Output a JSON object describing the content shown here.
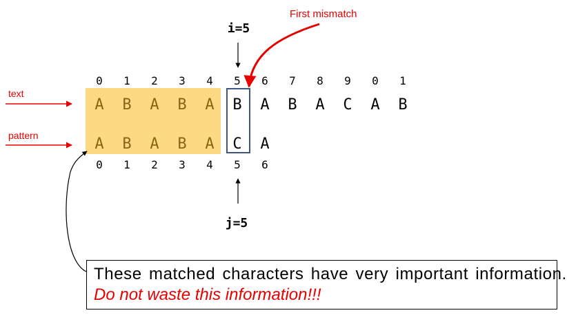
{
  "labels": {
    "text": "text",
    "pattern": "pattern",
    "first_mismatch": "First  mismatch",
    "i_label": "i=5",
    "j_label": "j=5"
  },
  "text_indices": [
    "0",
    "1",
    "2",
    "3",
    "4",
    "5",
    "6",
    "7",
    "8",
    "9",
    "0",
    "1"
  ],
  "text_chars": [
    "A",
    "B",
    "A",
    "B",
    "A",
    "B",
    "A",
    "B",
    "A",
    "C",
    "A",
    "B"
  ],
  "pattern_chars": [
    "A",
    "B",
    "A",
    "B",
    "A",
    "C",
    "A"
  ],
  "pattern_indices": [
    "0",
    "1",
    "2",
    "3",
    "4",
    "5",
    "6"
  ],
  "matched_count": 5,
  "mismatch_index": 5,
  "callout": {
    "line1": "These matched characters have very important information.",
    "line2": "Do not waste this information!!!"
  },
  "colors": {
    "highlight": "#fdd984",
    "matched_text": "#8a6414",
    "red": "#e60000",
    "box": "#3a5580"
  }
}
